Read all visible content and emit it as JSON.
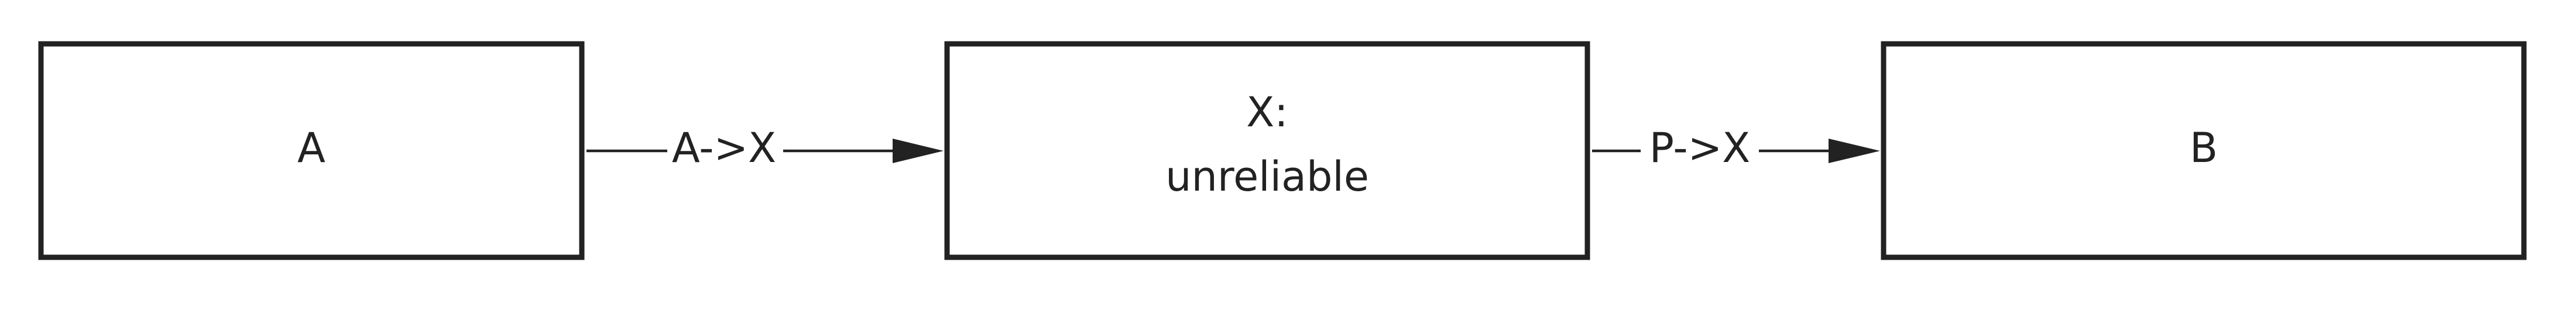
{
  "diagram": {
    "nodes": [
      {
        "id": "a",
        "lines": [
          "A"
        ]
      },
      {
        "id": "x",
        "lines": [
          "X:",
          "unreliable"
        ]
      },
      {
        "id": "b",
        "lines": [
          "B"
        ]
      }
    ],
    "edges": [
      {
        "from": "a",
        "to": "x",
        "label": "A->X"
      },
      {
        "from": "x",
        "to": "b",
        "label": "P->X"
      }
    ],
    "colors": {
      "stroke": "#222222",
      "background": "#ffffff"
    }
  }
}
